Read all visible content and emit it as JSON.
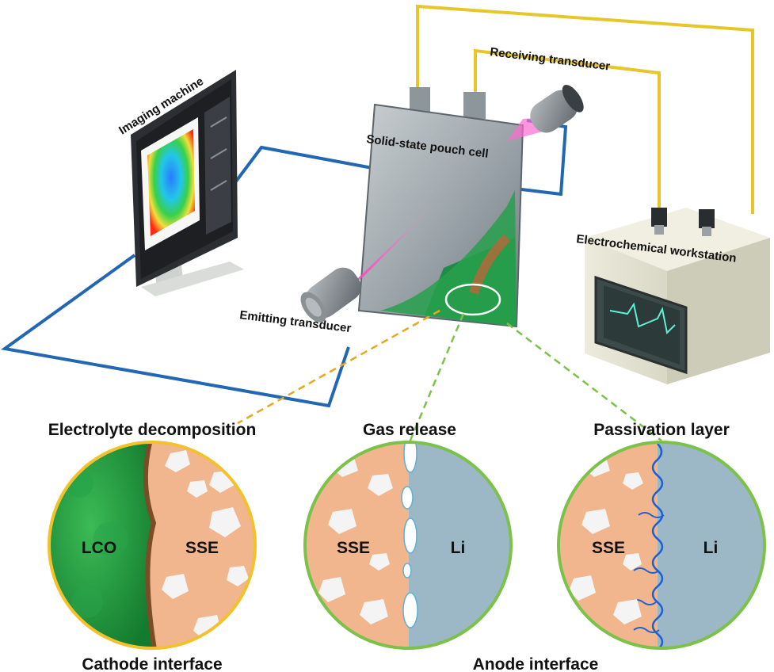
{
  "labels": {
    "imaging_machine": "Imaging machine",
    "receiving_transducer": "Receiving transducer",
    "pouch_cell": "Solid-state pouch cell",
    "electrochemical_workstation": "Electrochemical workstation",
    "emitting_transducer": "Emitting transducer"
  },
  "panels": [
    {
      "title": "Electrolyte decomposition",
      "left": "LCO",
      "right": "SSE"
    },
    {
      "title": "Gas release",
      "left": "SSE",
      "right": "Li"
    },
    {
      "title": "Passivation layer",
      "left": "SSE",
      "right": "Li"
    }
  ],
  "captions": {
    "cathode": "Cathode interface",
    "anode": "Anode interface"
  },
  "colors": {
    "cable_blue": "#2167b3",
    "cable_yellow": "#e7c62a",
    "cathode_leader": "#e6a91e",
    "anode_leader": "#7cc24a",
    "lco_green": "#1f9a3e",
    "sse_peach": "#f1b68d",
    "li_blue": "#9cb8c6",
    "ultrasound_pink": "#ff4fc8"
  }
}
